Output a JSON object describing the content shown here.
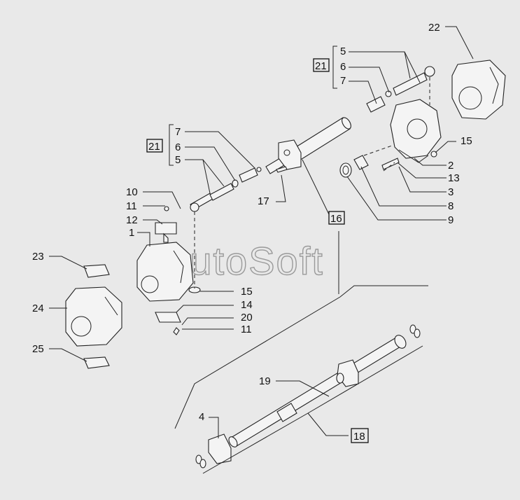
{
  "watermark": "AutoSoft",
  "callouts": {
    "n1": "1",
    "n2": "2",
    "n3": "3",
    "n4": "4",
    "n5a": "5",
    "n5b": "5",
    "n6a": "6",
    "n6b": "6",
    "n7a": "7",
    "n7b": "7",
    "n8": "8",
    "n9": "9",
    "n10": "10",
    "n11a": "11",
    "n11b": "11",
    "n12": "12",
    "n13": "13",
    "n14": "14",
    "n15a": "15",
    "n15b": "15",
    "n17": "17",
    "n19": "19",
    "n20": "20",
    "n22": "22",
    "n23": "23",
    "n24": "24",
    "n25": "25"
  },
  "boxed_callouts": {
    "b16": "16",
    "b18": "18",
    "b21a": "21",
    "b21b": "21"
  }
}
